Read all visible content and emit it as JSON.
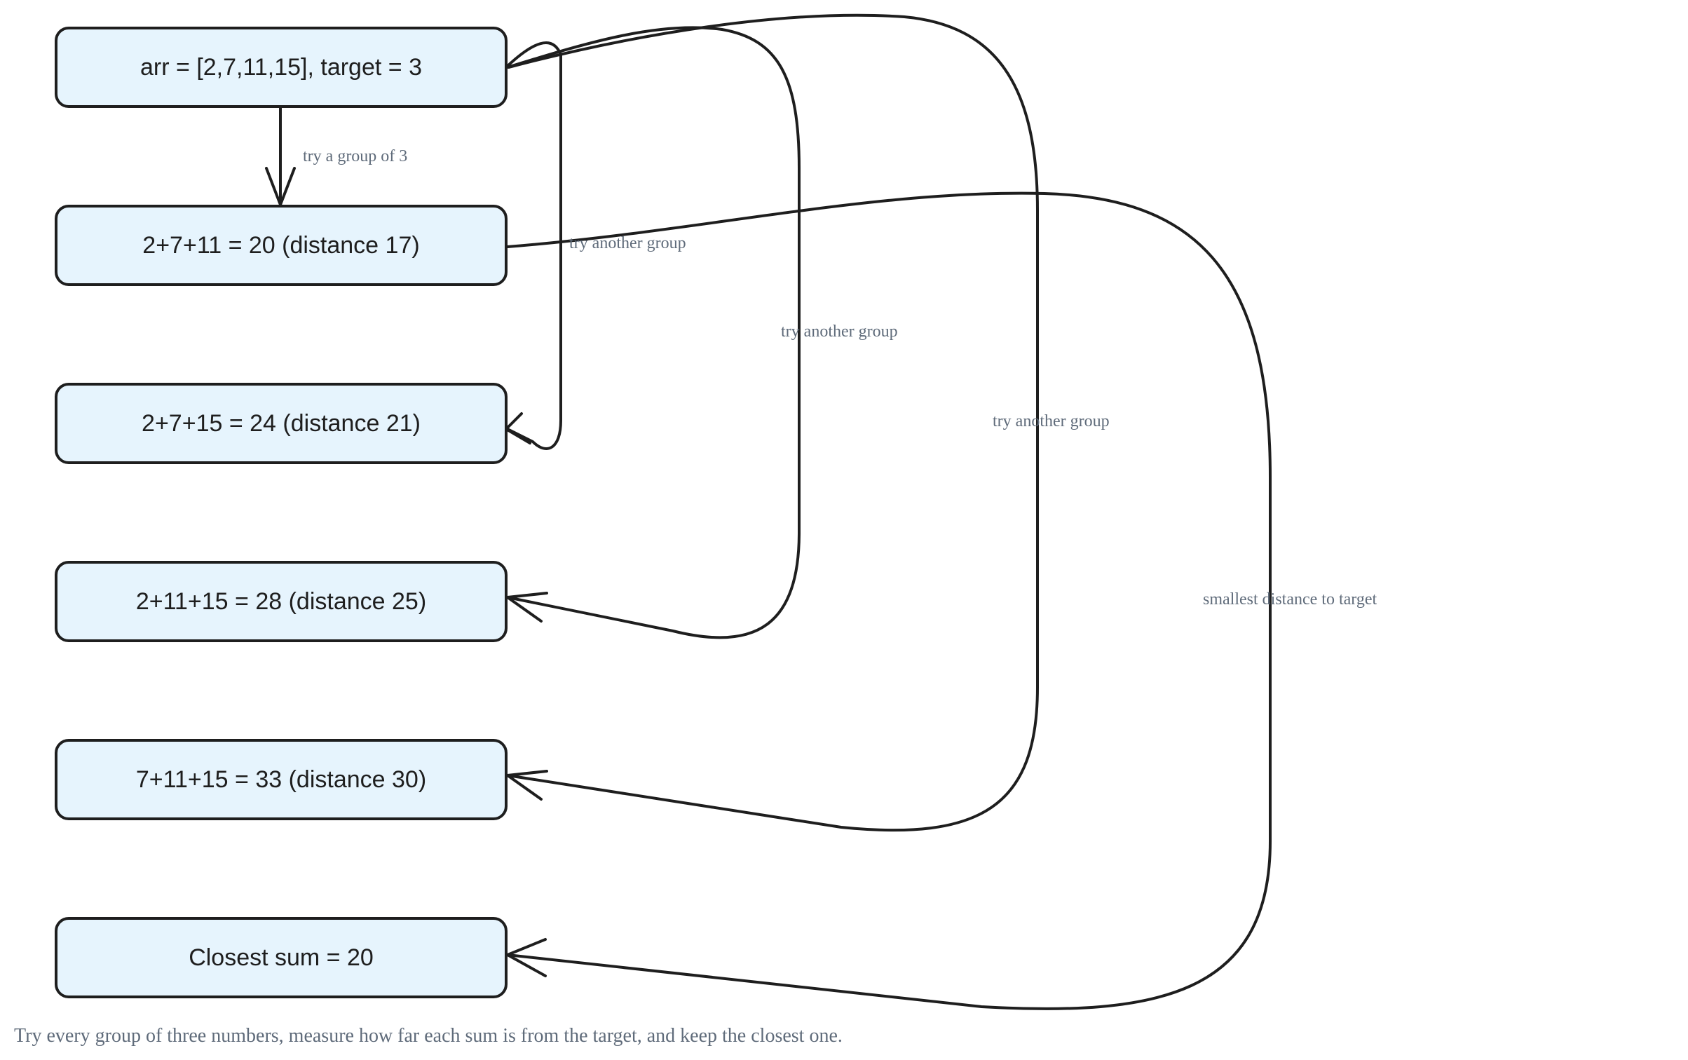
{
  "diagram": {
    "nodes": [
      {
        "id": "input",
        "label": "arr = [2,7,11,15], target = 3"
      },
      {
        "id": "group1",
        "label": "2+7+11 = 20 (distance 17)"
      },
      {
        "id": "group2",
        "label": "2+7+15 = 24 (distance 21)"
      },
      {
        "id": "group3",
        "label": "2+11+15 = 28 (distance 25)"
      },
      {
        "id": "group4",
        "label": "7+11+15 = 33 (distance 30)"
      },
      {
        "id": "result",
        "label": "Closest sum = 20"
      }
    ],
    "edges": [
      {
        "from": "input",
        "to": "group1",
        "label": "try a group of 3"
      },
      {
        "from": "input",
        "to": "group2",
        "label": "try another group"
      },
      {
        "from": "input",
        "to": "group3",
        "label": "try another group"
      },
      {
        "from": "input",
        "to": "group4",
        "label": "try another group"
      },
      {
        "from": "group1",
        "to": "result",
        "label": "smallest distance to target"
      }
    ],
    "caption": "Try every group of three numbers, measure how far each sum is from the target, and keep the closest one.",
    "colors": {
      "node_fill": "#e6f4fd",
      "stroke": "#1e1e1e",
      "edge_label": "#5f6b7a"
    }
  }
}
